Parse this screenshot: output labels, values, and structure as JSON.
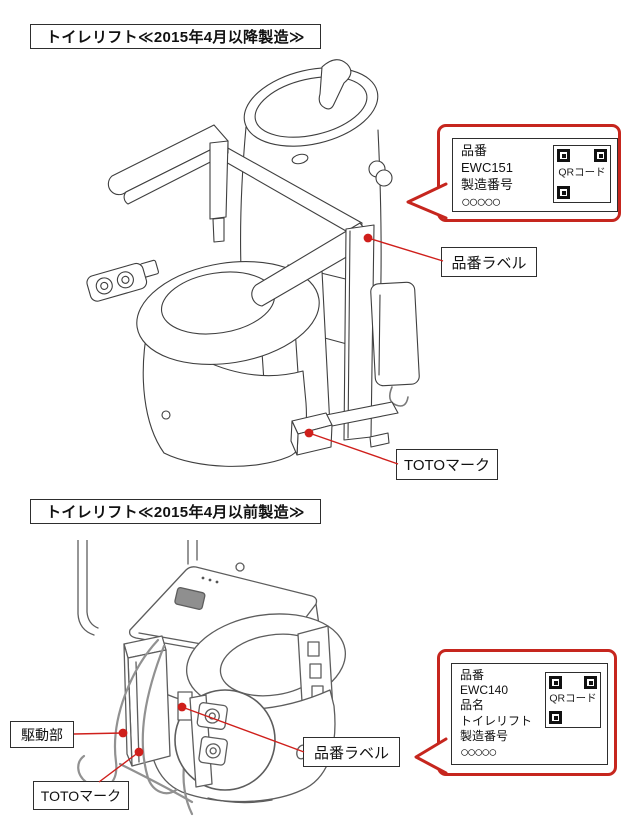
{
  "colors": {
    "accent_red": "#c6261e",
    "leader_red": "#cf1f1b",
    "line_art": "#3f3f3f"
  },
  "sections": [
    {
      "title": "トイレリフト≪2015年4月以降製造≫",
      "callout": {
        "line1": "品番",
        "line2": "EWC151",
        "line3": "製造番号",
        "line4": "○○○○○",
        "qr_text": "QRコード"
      },
      "labels": {
        "part_label": "品番ラベル",
        "toto_mark": "TOTOマーク"
      }
    },
    {
      "title": "トイレリフト≪2015年4月以前製造≫",
      "callout": {
        "line1": "品番",
        "line2": "EWC140",
        "line3": "品名",
        "line4": "トイレリフト",
        "line5": "製造番号",
        "line6": "○○○○○",
        "qr_text": "QRコード"
      },
      "labels": {
        "drive_unit": "駆動部",
        "toto_mark": "TOTOマーク",
        "part_label": "品番ラベル"
      }
    }
  ]
}
